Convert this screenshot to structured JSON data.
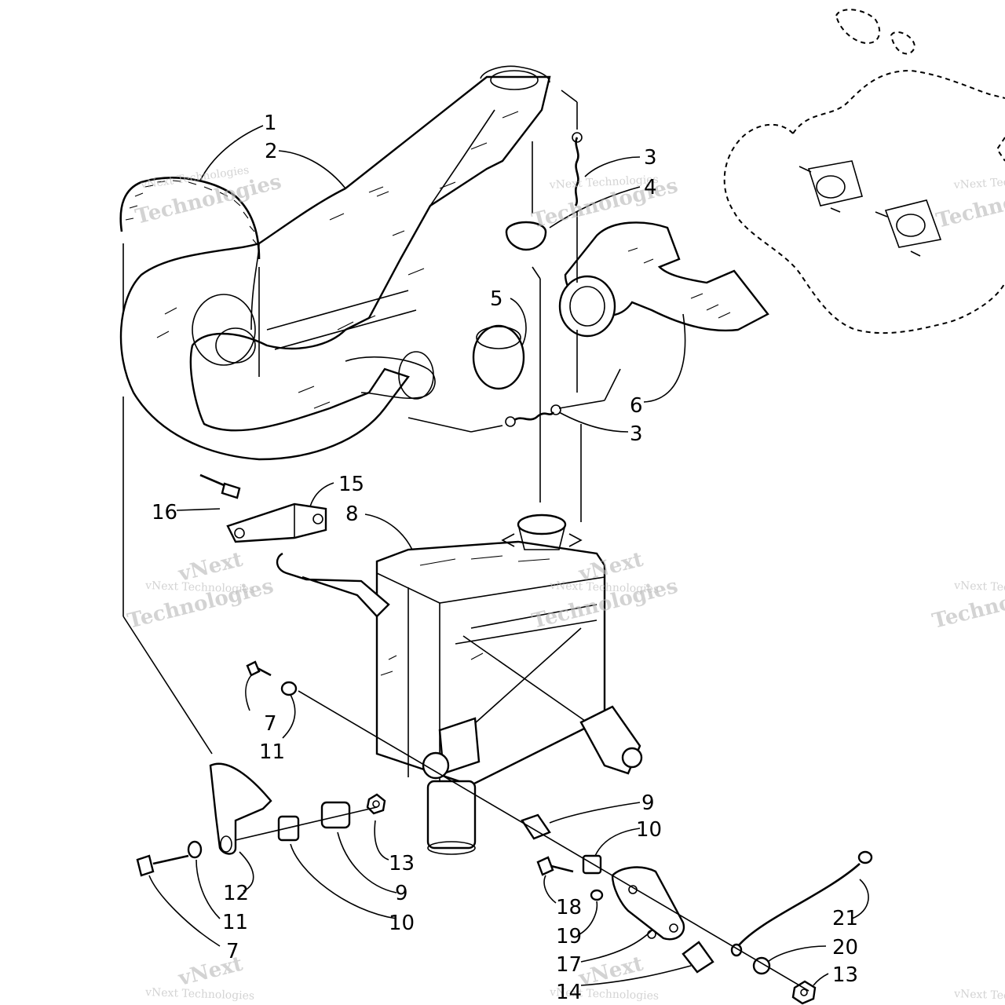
{
  "diagram": {
    "labels": [
      {
        "id": "p1",
        "text": "1"
      },
      {
        "id": "p2",
        "text": "2"
      },
      {
        "id": "p3a",
        "text": "3"
      },
      {
        "id": "p4",
        "text": "4"
      },
      {
        "id": "p5",
        "text": "5"
      },
      {
        "id": "p6",
        "text": "6"
      },
      {
        "id": "p3b",
        "text": "3"
      },
      {
        "id": "p15",
        "text": "15"
      },
      {
        "id": "p16",
        "text": "16"
      },
      {
        "id": "p8",
        "text": "8"
      },
      {
        "id": "p7a",
        "text": "7"
      },
      {
        "id": "p11a",
        "text": "11"
      },
      {
        "id": "p9a",
        "text": "9"
      },
      {
        "id": "p10a",
        "text": "10"
      },
      {
        "id": "p13a",
        "text": "13"
      },
      {
        "id": "p12",
        "text": "12"
      },
      {
        "id": "p9b",
        "text": "9"
      },
      {
        "id": "p11b",
        "text": "11"
      },
      {
        "id": "p10b",
        "text": "10"
      },
      {
        "id": "p7b",
        "text": "7"
      },
      {
        "id": "p18",
        "text": "18"
      },
      {
        "id": "p19",
        "text": "19"
      },
      {
        "id": "p21",
        "text": "21"
      },
      {
        "id": "p20",
        "text": "20"
      },
      {
        "id": "p17",
        "text": "17"
      },
      {
        "id": "p13b",
        "text": "13"
      },
      {
        "id": "p14",
        "text": "14"
      }
    ]
  },
  "watermark": {
    "line1": "vNext Technologies",
    "line2": "vNext",
    "line3": "Technologies"
  }
}
